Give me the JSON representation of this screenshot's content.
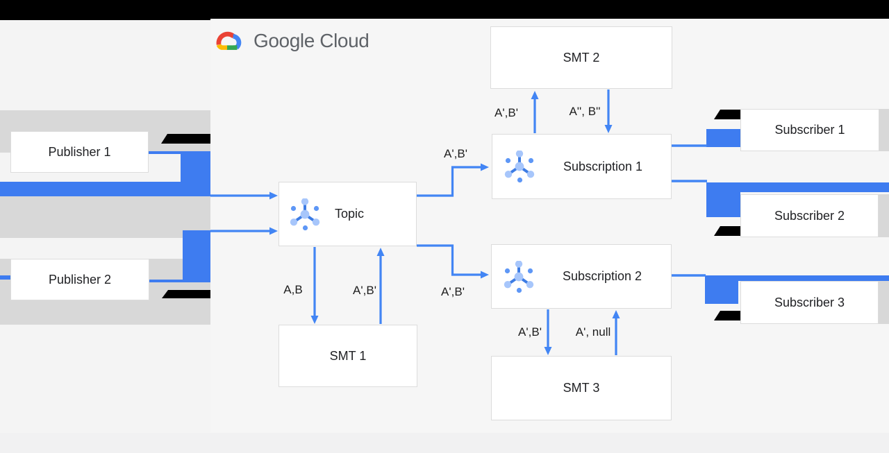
{
  "brand": {
    "logo_text": "Google Cloud"
  },
  "nodes": {
    "publisher1": {
      "label": "Publisher 1"
    },
    "publisher2": {
      "label": "Publisher 2"
    },
    "topic": {
      "label": "Topic"
    },
    "smt1": {
      "label": "SMT 1"
    },
    "smt2": {
      "label": "SMT 2"
    },
    "smt3": {
      "label": "SMT 3"
    },
    "subscription1": {
      "label": "Subscription 1"
    },
    "subscription2": {
      "label": "Subscription 2"
    },
    "subscriber1": {
      "label": "Subscriber 1"
    },
    "subscriber2": {
      "label": "Subscriber 2"
    },
    "subscriber3": {
      "label": "Subscriber 3"
    }
  },
  "edge_labels": {
    "topic_to_smt1": "A,B",
    "smt1_to_topic": "A',B'",
    "topic_to_subscription1": "A',B'",
    "topic_to_subscription2": "A',B'",
    "subscription1_to_smt2": "A',B'",
    "smt2_to_subscription1": "A'', B''",
    "subscription2_to_smt3": "A',B'",
    "smt3_to_subscription2": "A', null"
  },
  "colors": {
    "accent_blue": "#4285f4",
    "block_blue": "#3e7cf0",
    "band_gray": "#d8d8d8",
    "box_border": "#dcdcdc",
    "black": "#000000",
    "logo_gray": "#5f6368",
    "bg_left": "#f4f4f4",
    "bg_right": "#f6f6f6",
    "footer": "#f1f1f2",
    "icon_light_blue": "#a7c6fb",
    "icon_dot_blue": "#5e97f6",
    "icon_stem_blue": "#3d7ce4",
    "logo_red": "#ea4335",
    "logo_blue": "#4285f4",
    "logo_green": "#34a853",
    "logo_yellow": "#fbbc04"
  }
}
